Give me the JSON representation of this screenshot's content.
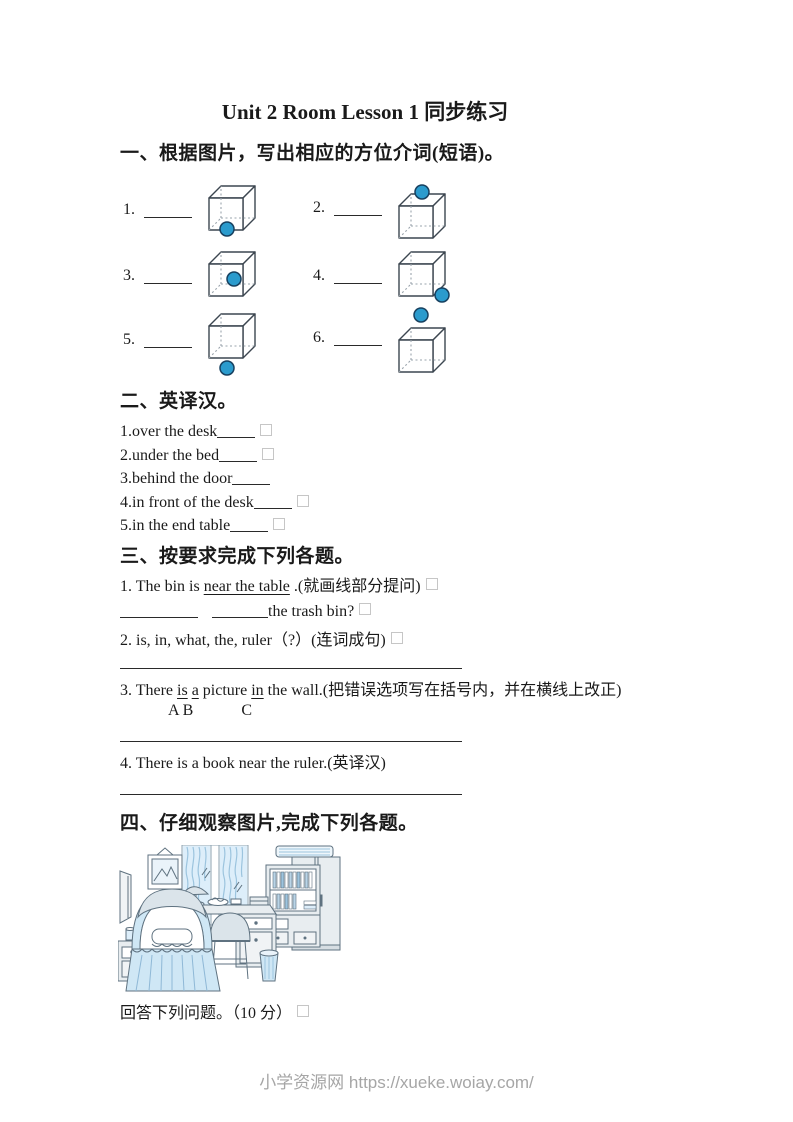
{
  "page": {
    "title": "Unit 2 Room Lesson 1 同步练习",
    "footer": "小学资源网 https://xueke.woiay.com/",
    "background": "#ffffff",
    "text_color": "#1a1a1a"
  },
  "section1": {
    "heading": "一、根据图片，写出相应的方位介词(短语)。",
    "ball_color": "#2b9bcd",
    "items": [
      {
        "num": "1.",
        "ball_position": "at-bottom-front"
      },
      {
        "num": "2.",
        "ball_position": "on-top"
      },
      {
        "num": "3.",
        "ball_position": "inside"
      },
      {
        "num": "4.",
        "ball_position": "beside-right"
      },
      {
        "num": "5.",
        "ball_position": "under"
      },
      {
        "num": "6.",
        "ball_position": "above"
      }
    ]
  },
  "section2": {
    "heading": "二、英译汉。",
    "items": [
      {
        "text": "1.over the desk",
        "has_blank": true,
        "has_box": true
      },
      {
        "text": "2.under the bed",
        "has_blank": true,
        "has_box": true
      },
      {
        "text": "3.behind the door",
        "has_blank": true,
        "has_box": false
      },
      {
        "text": "4.in front of the desk",
        "has_blank": true,
        "has_box": true
      },
      {
        "text": "5.in the end table",
        "has_blank": true,
        "has_box": true
      }
    ]
  },
  "section3": {
    "heading": "三、按要求完成下列各题。",
    "q1": {
      "segments": [
        {
          "t": "1. The bin is "
        },
        {
          "t": "near the table",
          "u": true
        },
        {
          "t": " .(就画线部分提问)"
        }
      ],
      "box": true
    },
    "a1": {
      "segments": [
        {
          "blank": "lg"
        },
        {
          "blank": "md"
        },
        {
          "t": "the trash bin?"
        }
      ],
      "box": true
    },
    "q2": {
      "segments": [
        {
          "t": "2. is, in, what, the, ruler（?）(连词成句)"
        }
      ],
      "box": true
    },
    "q3": {
      "segments": [
        {
          "t": "3. There "
        },
        {
          "t": "is",
          "u": true
        },
        {
          "t": " "
        },
        {
          "t": "a",
          "u": true
        },
        {
          "t": " picture "
        },
        {
          "t": "in",
          "u": true
        },
        {
          "t": " the wall.(把错误选项写在括号内，并在横线上改正)"
        }
      ],
      "box": false
    },
    "q3_label_ab": "A B",
    "q3_label_c": "C",
    "q4": {
      "segments": [
        {
          "t": "4. There is a book near the ruler.(英译汉)"
        }
      ],
      "box": false
    }
  },
  "section4": {
    "heading": "四、仔细观察图片,完成下列各题。",
    "image_alt": "bedroom illustration: canopy bed, nightstand, window with curtains, desk with lamp, chair, bookshelf, wardrobe, air conditioner, trash bin, picture on wall",
    "prompt_line": {
      "segments": [
        {
          "t": "回答下列问题。（10 分）"
        }
      ],
      "box": true
    }
  }
}
